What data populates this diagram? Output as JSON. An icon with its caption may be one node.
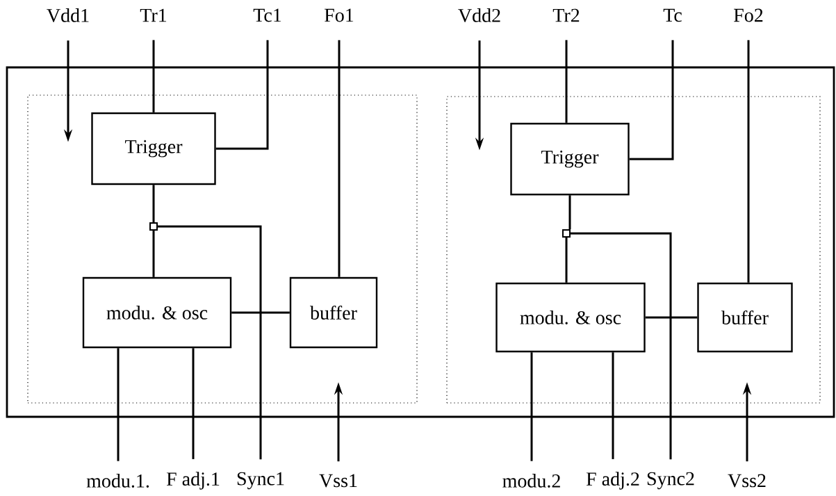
{
  "diagram": {
    "nodes": [
      {
        "text": [],
        "shape": "box"
      },
      {
        "text": [],
        "shape": "box",
        "in": 0
      },
      {
        "text": [],
        "shape": "box",
        "in": 0
      },
      {
        "text": [
          "Vdd1"
        ]
      },
      {
        "text": [
          "Tr1"
        ]
      },
      {
        "text": [
          "Tc1"
        ]
      },
      {
        "text": [
          "Fo1"
        ]
      },
      {
        "text": [
          "Vdd2"
        ]
      },
      {
        "text": [
          "Tr2"
        ]
      },
      {
        "text": [
          "Tc"
        ]
      },
      {
        "text": [
          "Fo2"
        ]
      },
      {
        "text": [
          "Trigger"
        ],
        "in": 1
      },
      {
        "text": [
          "Trigger"
        ],
        "in": 2
      },
      {
        "text": [],
        "shape": "box",
        "in": 1
      },
      {
        "text": [],
        "shape": "box",
        "in": 2
      },
      {
        "text": [
          "modu. & osc"
        ],
        "in": 1
      },
      {
        "text": [
          "buffer"
        ],
        "in": 1
      },
      {
        "text": [
          "modu. & osc"
        ],
        "in": 2
      },
      {
        "text": [
          "buffer"
        ],
        "in": 2
      },
      {
        "text": [
          "modu.1."
        ]
      },
      {
        "text": [
          "F adj.1"
        ]
      },
      {
        "text": [
          "Sync1"
        ]
      },
      {
        "text": [
          "Vss1"
        ]
      },
      {
        "text": [
          "modu.2"
        ]
      },
      {
        "text": [
          "F adj.2"
        ]
      },
      {
        "text": [
          "Sync2"
        ]
      },
      {
        "text": [
          "Vss2"
        ]
      }
    ],
    "edges": [
      {
        "from": 3,
        "to": null,
        "arrow": "to"
      },
      {
        "from": 4,
        "to": 11,
        "arrow": "none"
      },
      {
        "from": 5,
        "to": 11,
        "arrow": "none"
      },
      {
        "from": 6,
        "to": 16,
        "arrow": "none"
      },
      {
        "from": 11,
        "to": 13,
        "arrow": "none"
      },
      {
        "from": 13,
        "to": 15,
        "arrow": "none"
      },
      {
        "from": 21,
        "to": 13,
        "arrow": "none"
      },
      {
        "from": 15,
        "to": 16,
        "arrow": "none"
      },
      {
        "from": 19,
        "to": 15,
        "arrow": "none"
      },
      {
        "from": 20,
        "to": 15,
        "arrow": "none"
      },
      {
        "from": 22,
        "to": null,
        "arrow": "to"
      },
      {
        "from": 7,
        "to": null,
        "arrow": "to"
      },
      {
        "from": 8,
        "to": 12,
        "arrow": "none"
      },
      {
        "from": 9,
        "to": 12,
        "arrow": "none"
      },
      {
        "from": 10,
        "to": 18,
        "arrow": "none"
      },
      {
        "from": 12,
        "to": 14,
        "arrow": "none"
      },
      {
        "from": 14,
        "to": 17,
        "arrow": "none"
      },
      {
        "from": 25,
        "to": 14,
        "arrow": "none"
      },
      {
        "from": 17,
        "to": 18,
        "arrow": "none"
      },
      {
        "from": 23,
        "to": 17,
        "arrow": "none"
      },
      {
        "from": 24,
        "to": 17,
        "arrow": "none"
      },
      {
        "from": 26,
        "to": null,
        "arrow": "to"
      }
    ]
  }
}
